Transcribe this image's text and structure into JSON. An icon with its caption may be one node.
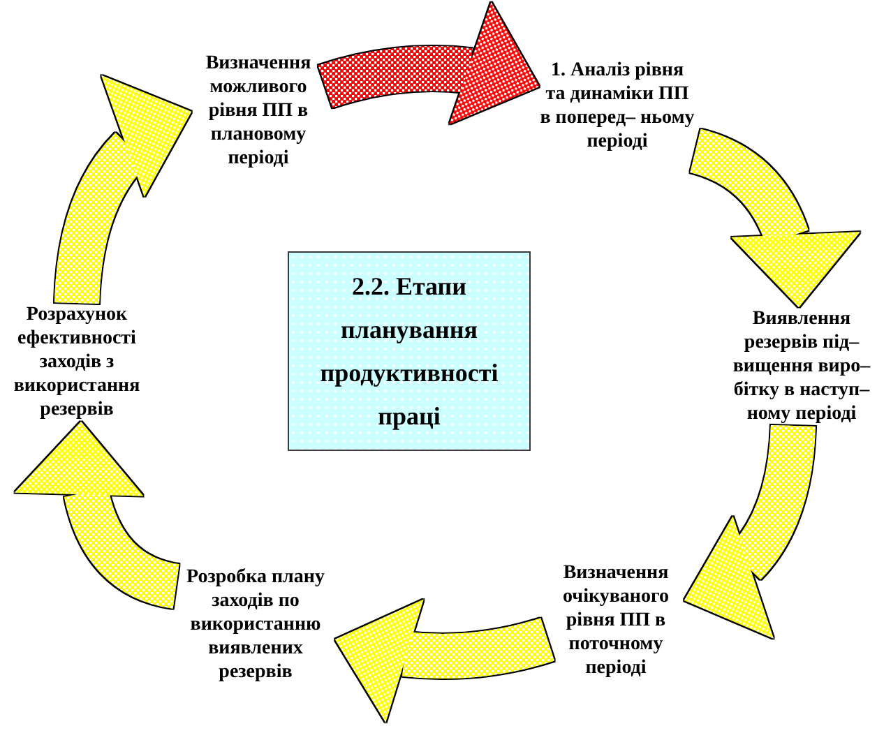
{
  "diagram": {
    "nodes": [
      {
        "text": [
          "2.2. Етапи планування продуктивності праці"
        ]
      },
      {
        "text": [
          "1. Аналіз рівня та динаміки ПП в поперед– ньому періоді"
        ]
      },
      {
        "text": [
          "Виявлення резервів під– вищення виро– бітку в наступ– ному періоді"
        ]
      },
      {
        "text": [
          "Визначення очікуваного рівня ПП в поточному періоді"
        ]
      },
      {
        "text": [
          "Розробка плану заходів по використанню виявлених резервів"
        ]
      },
      {
        "text": [
          "Розрахунок ефективності заходів з використання резервів"
        ]
      },
      {
        "text": [
          "Визначення можливого рівня ПП в плановому періоді"
        ]
      }
    ],
    "edges": [
      {
        "from": 6,
        "to": 1,
        "arrow": "to",
        "color": "#ff0000"
      },
      {
        "from": 1,
        "to": 2,
        "arrow": "to"
      },
      {
        "from": 2,
        "to": 3,
        "arrow": "to"
      },
      {
        "from": 3,
        "to": 4,
        "arrow": "to"
      },
      {
        "from": 4,
        "to": 5,
        "arrow": "to"
      },
      {
        "from": 5,
        "to": 6,
        "arrow": "to"
      }
    ]
  }
}
